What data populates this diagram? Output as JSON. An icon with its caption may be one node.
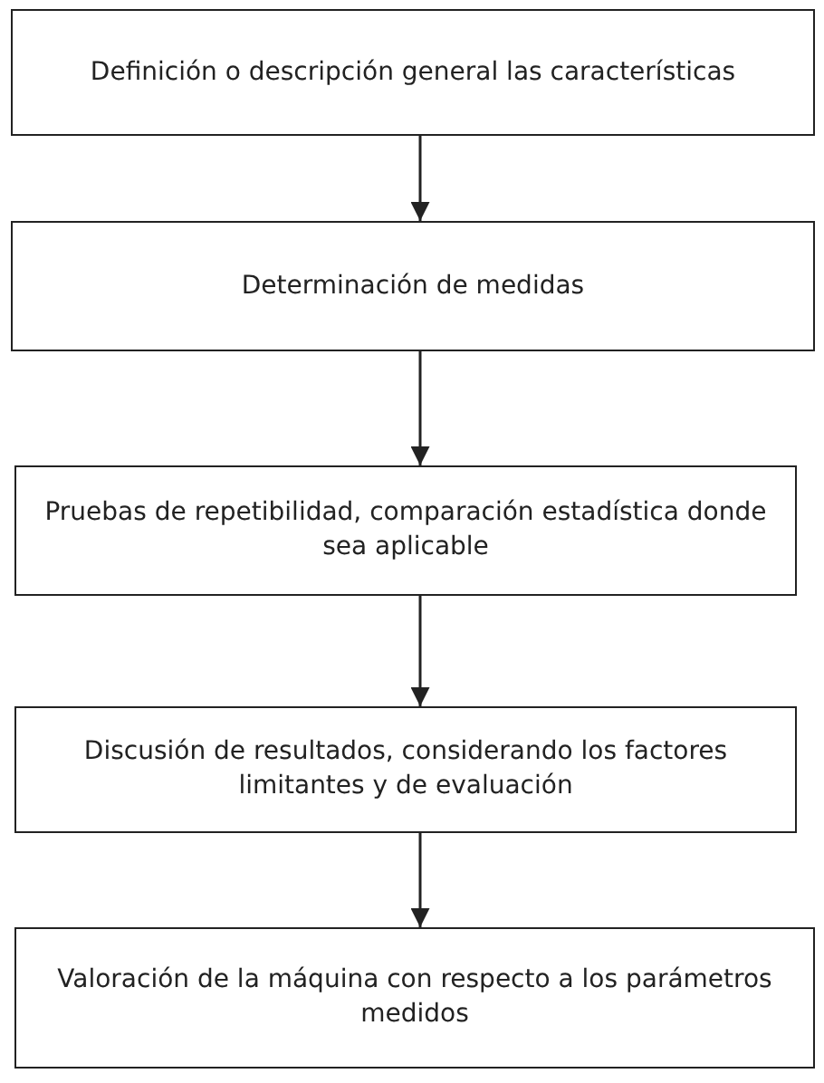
{
  "diagram": {
    "nodes": [
      {
        "text": [
          "Definición o descripción general las características"
        ]
      },
      {
        "text": [
          "Determinación de medidas"
        ]
      },
      {
        "text": [
          "Pruebas de repetibilidad, comparación estadística donde sea aplicable"
        ]
      },
      {
        "text": [
          "Discusión de resultados, considerando los factores limitantes y de evaluación"
        ]
      },
      {
        "text": [
          "Valoración de la máquina con respecto a los parámetros medidos"
        ]
      }
    ],
    "edges": [
      {
        "from": 0,
        "to": 1,
        "arrow": "to"
      },
      {
        "from": 1,
        "to": 2,
        "arrow": "to"
      },
      {
        "from": 2,
        "to": 3,
        "arrow": "to"
      },
      {
        "from": 3,
        "to": 4,
        "arrow": "to"
      }
    ]
  }
}
